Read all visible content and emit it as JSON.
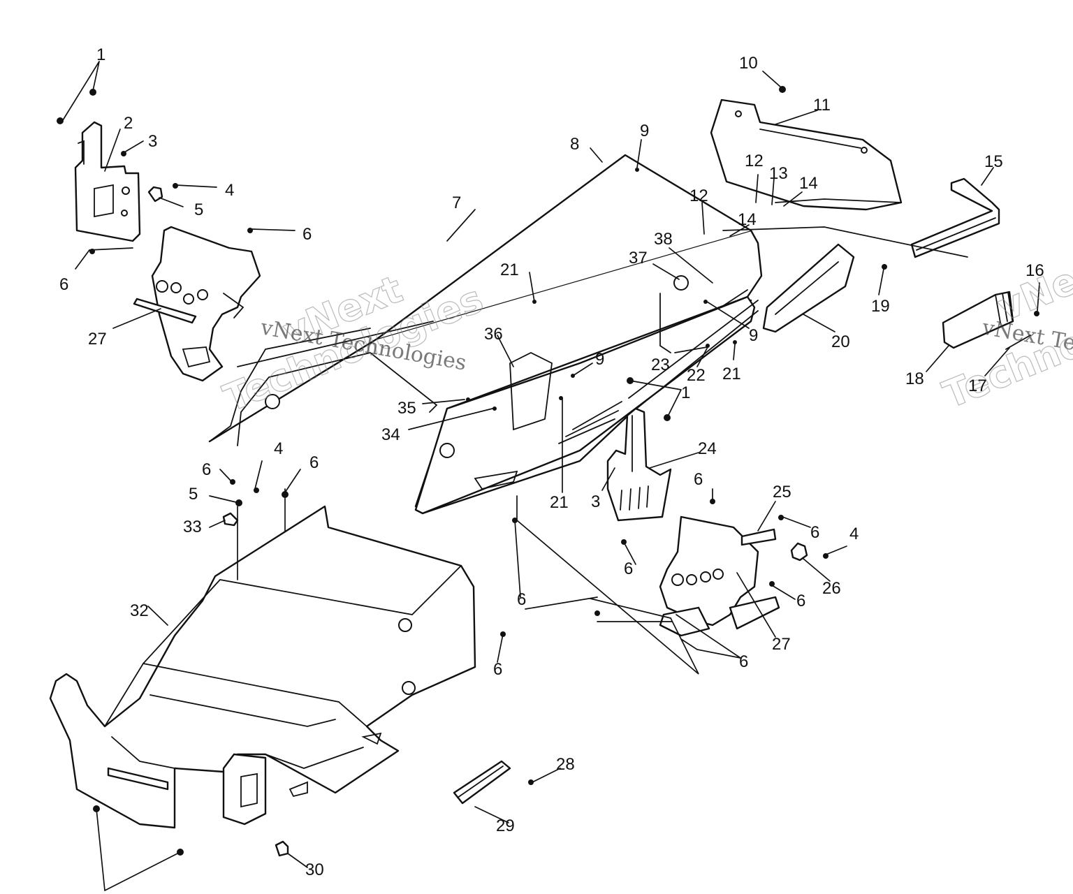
{
  "watermark": {
    "line1": "vNext",
    "line2": "Technologies",
    "inline": "vNext Technologies",
    "inline_right": "vNext Te",
    "right_fragment": "vNex",
    "right_line2": "Techno"
  },
  "callouts": [
    {
      "id": "c-1a",
      "label": "1"
    },
    {
      "id": "c-2",
      "label": "2"
    },
    {
      "id": "c-3a",
      "label": "3"
    },
    {
      "id": "c-4a",
      "label": "4"
    },
    {
      "id": "c-5a",
      "label": "5"
    },
    {
      "id": "c-6a",
      "label": "6"
    },
    {
      "id": "c-6b",
      "label": "6"
    },
    {
      "id": "c-27a",
      "label": "27"
    },
    {
      "id": "c-7",
      "label": "7"
    },
    {
      "id": "c-8",
      "label": "8"
    },
    {
      "id": "c-9a",
      "label": "9"
    },
    {
      "id": "c-10",
      "label": "10"
    },
    {
      "id": "c-11",
      "label": "11"
    },
    {
      "id": "c-12a",
      "label": "12"
    },
    {
      "id": "c-13",
      "label": "13"
    },
    {
      "id": "c-14a",
      "label": "14"
    },
    {
      "id": "c-12b",
      "label": "12"
    },
    {
      "id": "c-14b",
      "label": "14"
    },
    {
      "id": "c-15",
      "label": "15"
    },
    {
      "id": "c-38",
      "label": "38"
    },
    {
      "id": "c-37",
      "label": "37"
    },
    {
      "id": "c-21a",
      "label": "21"
    },
    {
      "id": "c-36",
      "label": "36"
    },
    {
      "id": "c-9b",
      "label": "9"
    },
    {
      "id": "c-9c",
      "label": "9"
    },
    {
      "id": "c-19",
      "label": "19"
    },
    {
      "id": "c-20",
      "label": "20"
    },
    {
      "id": "c-16",
      "label": "16"
    },
    {
      "id": "c-18",
      "label": "18"
    },
    {
      "id": "c-17",
      "label": "17"
    },
    {
      "id": "c-35",
      "label": "35"
    },
    {
      "id": "c-34",
      "label": "34"
    },
    {
      "id": "c-23",
      "label": "23"
    },
    {
      "id": "c-22",
      "label": "22"
    },
    {
      "id": "c-21b",
      "label": "21"
    },
    {
      "id": "c-1b",
      "label": "1"
    },
    {
      "id": "c-24",
      "label": "24"
    },
    {
      "id": "c-21c",
      "label": "21"
    },
    {
      "id": "c-3b",
      "label": "3"
    },
    {
      "id": "c-6c",
      "label": "6"
    },
    {
      "id": "c-4b",
      "label": "4"
    },
    {
      "id": "c-6d",
      "label": "6"
    },
    {
      "id": "c-5b",
      "label": "5"
    },
    {
      "id": "c-33",
      "label": "33"
    },
    {
      "id": "c-6e",
      "label": "6"
    },
    {
      "id": "c-25",
      "label": "25"
    },
    {
      "id": "c-6f",
      "label": "6"
    },
    {
      "id": "c-4c",
      "label": "4"
    },
    {
      "id": "c-6g",
      "label": "6"
    },
    {
      "id": "c-26",
      "label": "26"
    },
    {
      "id": "c-6h",
      "label": "6"
    },
    {
      "id": "c-6i",
      "label": "6"
    },
    {
      "id": "c-27b",
      "label": "27"
    },
    {
      "id": "c-32",
      "label": "32"
    },
    {
      "id": "c-6j",
      "label": "6"
    },
    {
      "id": "c-6k",
      "label": "6"
    },
    {
      "id": "c-28",
      "label": "28"
    },
    {
      "id": "c-29",
      "label": "29"
    },
    {
      "id": "c-30",
      "label": "30"
    }
  ]
}
